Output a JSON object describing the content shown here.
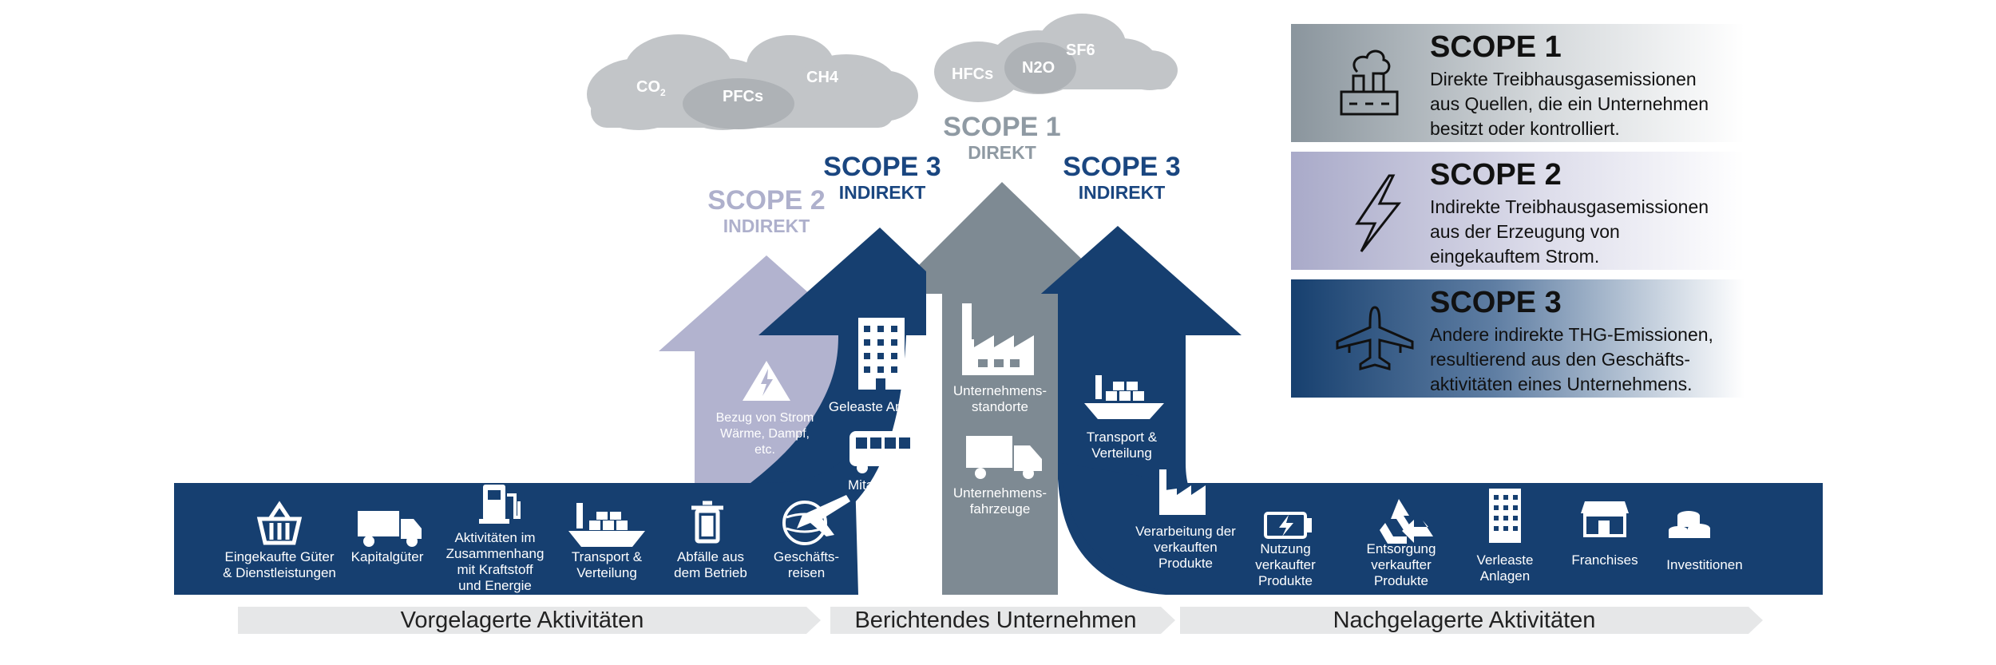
{
  "clouds": {
    "left": [
      "CO2",
      "PFCs",
      "CH4"
    ],
    "right": [
      "HFCs",
      "N2O",
      "SF6"
    ]
  },
  "scopes": {
    "scope1": {
      "title": "SCOPE 1",
      "sub": "DIREKT"
    },
    "scope2": {
      "title": "SCOPE 2",
      "sub": "INDIREKT"
    },
    "scope3_left": {
      "title": "SCOPE 3",
      "sub": "INDIREKT"
    },
    "scope3_right": {
      "title": "SCOPE 3",
      "sub": "INDIREKT"
    }
  },
  "arrow_labels": {
    "strom": "Bezug von Strom\nWärme, Dampf,\netc.",
    "geleaste": "Geleaste Anlagen",
    "mitarbeiter": "Mitarbeiter-\npendeln",
    "standorte": "Unternehmens-\nstandorte",
    "fahrzeuge": "Unternehmens-\nfahrzeuge",
    "transport_down": "Transport &\nVerteilung"
  },
  "band_items": [
    "Eingekaufte Güter\n& Dienstleistungen",
    "Kapitalgüter",
    "Aktivitäten im\nZusammenhang\nmit Kraftstoff\nund Energie",
    "Transport &\nVerteilung",
    "Abfälle aus\ndem Betrieb",
    "Geschäfts-\nreisen",
    "Verarbeitung der\nverkauften\nProdukte",
    "Nutzung\nverkaufter\nProdukte",
    "Entsorgung\nverkaufter\nProdukte",
    "Verleaste\nAnlagen",
    "Franchises",
    "Investitionen"
  ],
  "bottom": {
    "upstream": "Vorgelagerte Aktivitäten",
    "company": "Berichtendes Unternehmen",
    "downstream": "Nachgelagerte Aktivitäten"
  },
  "legend": [
    {
      "title": "SCOPE 1",
      "desc": "Direkte Treibhausgasemissionen\naus Quellen, die ein Unternehmen\nbesitzt oder kontrolliert.",
      "icon": "factory-smoke-icon"
    },
    {
      "title": "SCOPE 2",
      "desc": "Indirekte Treibhausgasemissionen\naus der Erzeugung von\neingekauftem Strom.",
      "icon": "lightning-icon"
    },
    {
      "title": "SCOPE 3",
      "desc": "Andere indirekte THG-Emissionen,\nresultierend aus den Geschäfts-\naktivitäten eines Unternehmens.",
      "icon": "airplane-icon"
    }
  ],
  "colors": {
    "navy": "#163f70",
    "gray_arrow": "#7e8a93",
    "lavender": "#b2b3cf",
    "cloud": "#c2c5c8",
    "scope1_text": "#8f9aa3",
    "scope2_text": "#aeb0cc",
    "scope3_text": "#1a4680"
  }
}
